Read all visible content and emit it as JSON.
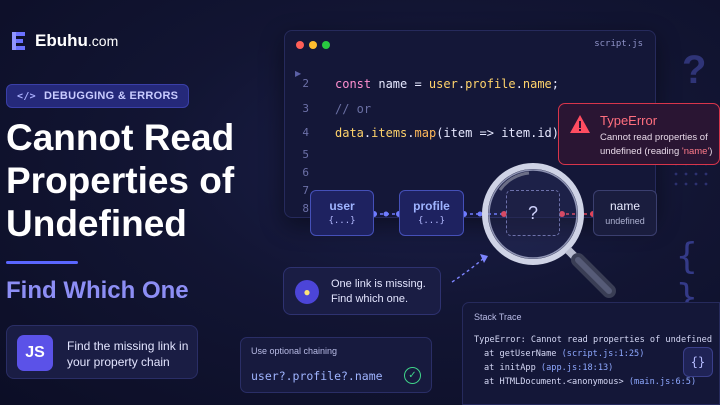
{
  "brand": {
    "name": "Ebuhu",
    "tld": ".com",
    "accent": "#5b62f0"
  },
  "tag": {
    "icon": "</>",
    "label": "DEBUGGING & ERRORS"
  },
  "headline": {
    "line1": "Cannot Read",
    "line2": "Properties of",
    "line3": "Undefined"
  },
  "subtitle": "Find Which One",
  "js_card": {
    "badge": "JS",
    "text": "Find the missing link in your property chain"
  },
  "editor": {
    "filename": "script.js",
    "lines": [
      {
        "num": "2",
        "kw": "const",
        "rest1": " name = ",
        "obj": "user",
        "dot1": ".",
        "p1": "profile",
        "dot2": ".",
        "p2": "name",
        "end": ";"
      },
      {
        "num": "3",
        "comment": "// or"
      },
      {
        "num": "4",
        "obj": "data",
        "dot1": ".",
        "p1": "items",
        "dot2": ".",
        "fn": "map",
        "args": "(item => item.id)"
      },
      {
        "num": "5"
      },
      {
        "num": "6"
      },
      {
        "num": "7"
      },
      {
        "num": "8"
      }
    ]
  },
  "error": {
    "title": "TypeError",
    "message": "Cannot read properties of undefined (reading ",
    "name": "'name'",
    "close": ")"
  },
  "chain": {
    "nodes": [
      {
        "label": "user",
        "sub": "{...}"
      },
      {
        "label": "profile",
        "sub": "{...}"
      },
      {
        "label": "?",
        "sub": ""
      },
      {
        "label": "name",
        "sub": "undefined"
      }
    ]
  },
  "hint": {
    "text": "One link is missing. Find which one."
  },
  "optional_chaining": {
    "label": "Use optional chaining",
    "code": "user?.profile?.name"
  },
  "stack_trace": {
    "title": "Stack Trace",
    "error": "TypeError: Cannot read properties of undefined",
    "frames": [
      {
        "fn": "at getUserName ",
        "loc": "(script.js:1:25)"
      },
      {
        "fn": "at initApp ",
        "loc": "(app.js:18:13)"
      },
      {
        "fn": "at HTMLDocument.<anonymous> ",
        "loc": "(main.js:6:5)"
      }
    ],
    "icon": "{}"
  },
  "decor": {
    "q": "?",
    "brace": "{ }"
  }
}
